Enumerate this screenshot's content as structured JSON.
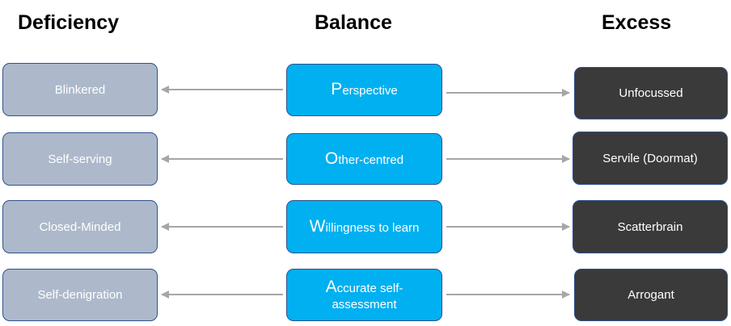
{
  "headers": {
    "deficiency": "Deficiency",
    "balance": "Balance",
    "excess": "Excess"
  },
  "rows": [
    {
      "deficiency": "Blinkered",
      "balance_initial": "P",
      "balance_rest": "erspective",
      "excess": "Unfocussed"
    },
    {
      "deficiency": "Self-serving",
      "balance_initial": "O",
      "balance_rest": "ther-centred",
      "excess": "Servile (Doormat)"
    },
    {
      "deficiency": "Closed-Minded",
      "balance_initial": "W",
      "balance_rest": "illingness to learn",
      "excess": "Scatterbrain"
    },
    {
      "deficiency": "Self-denigration",
      "balance_initial": "A",
      "balance_rest": "ccurate self-assessment",
      "excess": "Arrogant"
    }
  ],
  "colors": {
    "deficiency_fill": "#adb9ca",
    "balance_fill": "#00b0f0",
    "excess_fill": "#3a3a3a",
    "border": "#2f528f",
    "arrow": "#a6a6a6"
  }
}
